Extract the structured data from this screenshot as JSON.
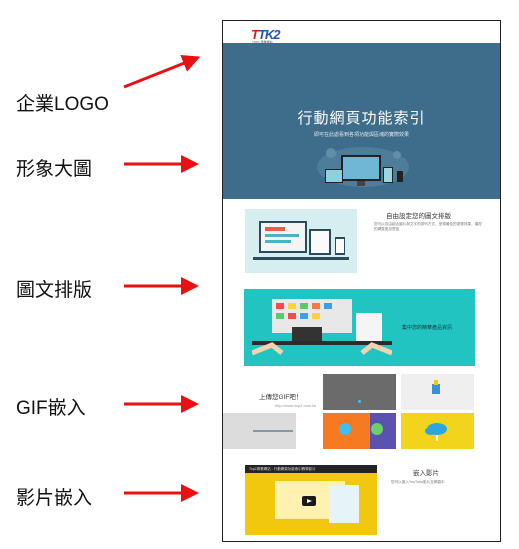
{
  "annotations": [
    {
      "label": "企業LOGO",
      "key": "logo"
    },
    {
      "label": "形象大圖",
      "key": "hero"
    },
    {
      "label": "圖文排版",
      "key": "layout"
    },
    {
      "label": "GIF嵌入",
      "key": "gif"
    },
    {
      "label": "影片嵌入",
      "key": "video"
    }
  ],
  "arrow_color": "#e81010",
  "site": {
    "logo_text": "TK2",
    "logo_subtext": "TOP2 專業網站",
    "hero": {
      "title": "行動網頁功能索引",
      "subtitle": "即可在此處看到各項功能與區塊的實際效果",
      "background": "#3d6d8a"
    },
    "section_image_text": {
      "title": "自由設定您的圖文排版",
      "text": "您可以自由組合圖片與文字的排列方式，呈現最佳的瀏覽效果，讓您的網頁更加豐富"
    },
    "section_banner": {
      "text": "集中您的精華產品資訊",
      "background": "#21c4c0"
    },
    "section_gif": {
      "title": "上傳您GIF吧！",
      "link": "http://www.top2.com.tw"
    },
    "section_video": {
      "player_title": "Top2專業網站 - 行動網頁功能索引教學影片",
      "title": "嵌入影片",
      "text": "您可以嵌入YouTube影片至網頁中"
    }
  }
}
